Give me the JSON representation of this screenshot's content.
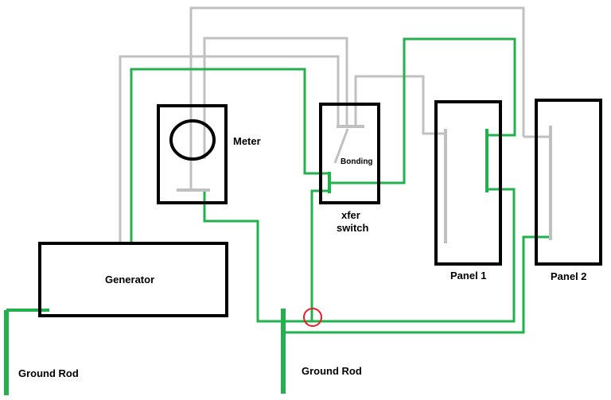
{
  "labels": {
    "meter": "Meter",
    "bonding": "Bonding",
    "xfer_line1": "xfer",
    "xfer_line2": "switch",
    "generator": "Generator",
    "panel1": "Panel 1",
    "panel2": "Panel 2",
    "ground_rod_left": "Ground Rod",
    "ground_rod_right": "Ground Rod"
  },
  "colors": {
    "box_outline": "#000000",
    "neutral_wire": "#c0c0c0",
    "ground_wire": "#22b14c",
    "highlight_circle": "#ed1c24"
  }
}
